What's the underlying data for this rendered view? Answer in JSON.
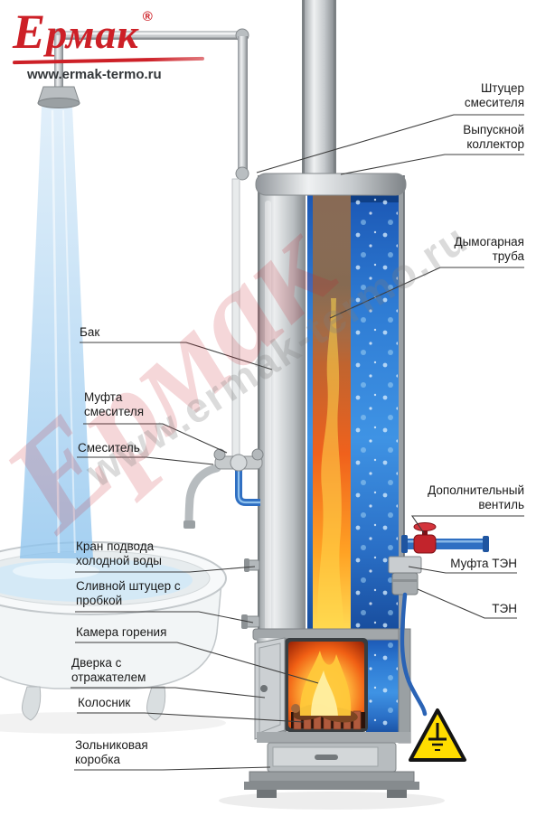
{
  "brand": {
    "name": "Ермак",
    "registered": "®",
    "website": "www.ermak-termo.ru"
  },
  "watermark": {
    "name": "Ермак",
    "site": "www.ermak-termo.ru"
  },
  "labels": {
    "mixer_fitting": "Штуцер смесителя",
    "outlet_collector": "Выпускной коллектор",
    "flue_tube": "Дымогарная труба",
    "tank": "Бак",
    "mixer_coupling": "Муфта смесителя",
    "mixer": "Смеситель",
    "extra_valve": "Дополнительный вентиль",
    "cold_water_valve": "Кран подвода холодной воды",
    "drain_fitting": "Сливной штуцер с пробкой",
    "heater_coupling": "Муфта ТЭН",
    "heater": "ТЭН",
    "combustion_chamber": "Камера горения",
    "door_reflector": "Дверка с отражателем",
    "grate": "Колосник",
    "ash_box": "Зольниковая коробка"
  },
  "icons": {
    "grounding_warning": "grounding-warning-triangle-icon"
  },
  "colors": {
    "brand_red": "#cd2027",
    "water_blue": "#2e7bd3",
    "flame_orange": "#f0611c",
    "warning_yellow": "#ffdd00"
  }
}
